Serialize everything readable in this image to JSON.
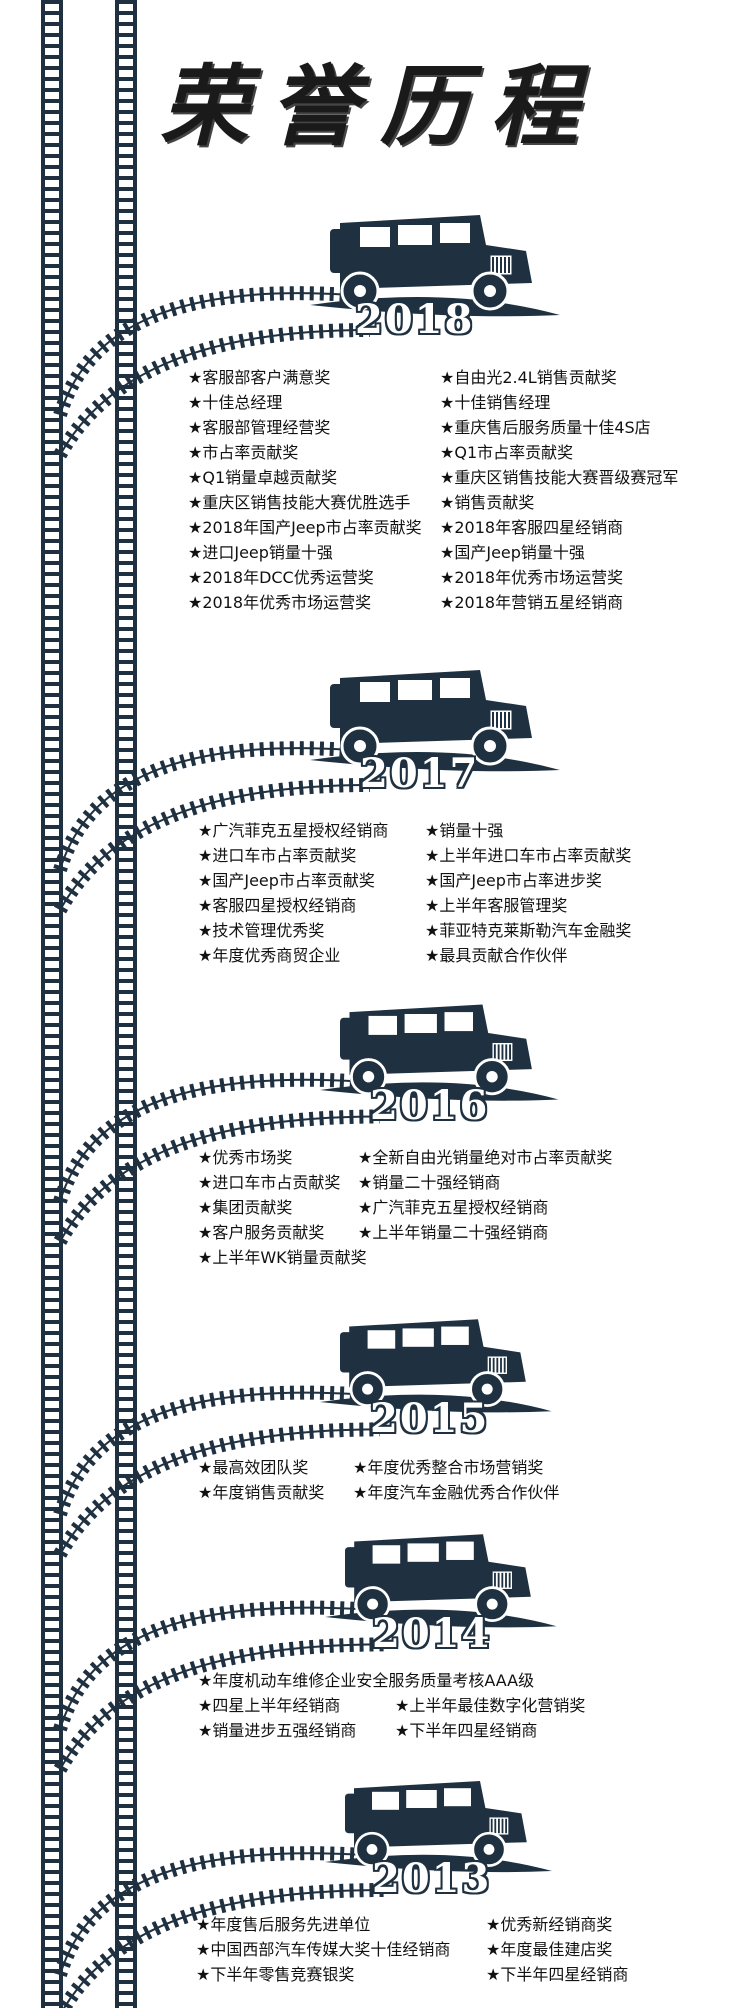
{
  "title": "荣誉历程",
  "colors": {
    "jeep": "#1f3140",
    "tire": "#1f3140"
  },
  "sections": [
    {
      "year": "2018",
      "left": [
        "★客服部客户满意奖",
        "★十佳总经理",
        "★客服部管理经营奖",
        "★市占率贡献奖",
        "★Q1销量卓越贡献奖",
        "★重庆区销售技能大赛优胜选手",
        "★2018年国产Jeep市占率贡献奖",
        "★进口Jeep销量十强",
        "★2018年DCC优秀运营奖",
        "★2018年优秀市场运营奖"
      ],
      "right": [
        "★自由光2.4L销售贡献奖",
        "★十佳销售经理",
        "★重庆售后服务质量十佳4S店",
        "★Q1市占率贡献奖",
        "★重庆区销售技能大赛晋级赛冠军",
        "★销售贡献奖",
        "★2018年客服四星经销商",
        "★国产Jeep销量十强",
        "★2018年优秀市场运营奖",
        "★2018年营销五星经销商"
      ]
    },
    {
      "year": "2017",
      "left": [
        "★广汽菲克五星授权经销商",
        "★进口车市占率贡献奖",
        "★国产Jeep市占率贡献奖",
        "★客服四星授权经销商",
        "★技术管理优秀奖",
        "★年度优秀商贸企业"
      ],
      "right": [
        "★销量十强",
        "★上半年进口车市占率贡献奖",
        "★国产Jeep市占率进步奖",
        "★上半年客服管理奖",
        "★菲亚特克莱斯勒汽车金融奖",
        "★最具贡献合作伙伴"
      ]
    },
    {
      "year": "2016",
      "left": [
        "★优秀市场奖",
        "★进口车市占贡献奖",
        "★集团贡献奖",
        "★客户服务贡献奖",
        "★上半年WK销量贡献奖"
      ],
      "right": [
        "★全新自由光销量绝对市占率贡献奖",
        "★销量二十强经销商",
        "★广汽菲克五星授权经销商",
        "★上半年销量二十强经销商"
      ]
    },
    {
      "year": "2015",
      "left": [
        "★最高效团队奖",
        "★年度销售贡献奖"
      ],
      "right": [
        "★年度优秀整合市场营销奖",
        "★年度汽车金融优秀合作伙伴"
      ]
    },
    {
      "year": "2014",
      "left": [
        "★年度机动车维修企业安全服务质量考核AAA级",
        "★四星上半年经销商",
        "★销量进步五强经销商"
      ],
      "right": [
        "",
        "★上半年最佳数字化营销奖",
        "★下半年四星经销商"
      ]
    },
    {
      "year": "2013",
      "left": [
        "★年度售后服务先进单位",
        "★中国西部汽车传媒大奖十佳经销商",
        "★下半年零售竞赛银奖"
      ],
      "right": [
        "★优秀新经销商奖",
        "★年度最佳建店奖",
        "★下半年四星经销商"
      ]
    }
  ]
}
